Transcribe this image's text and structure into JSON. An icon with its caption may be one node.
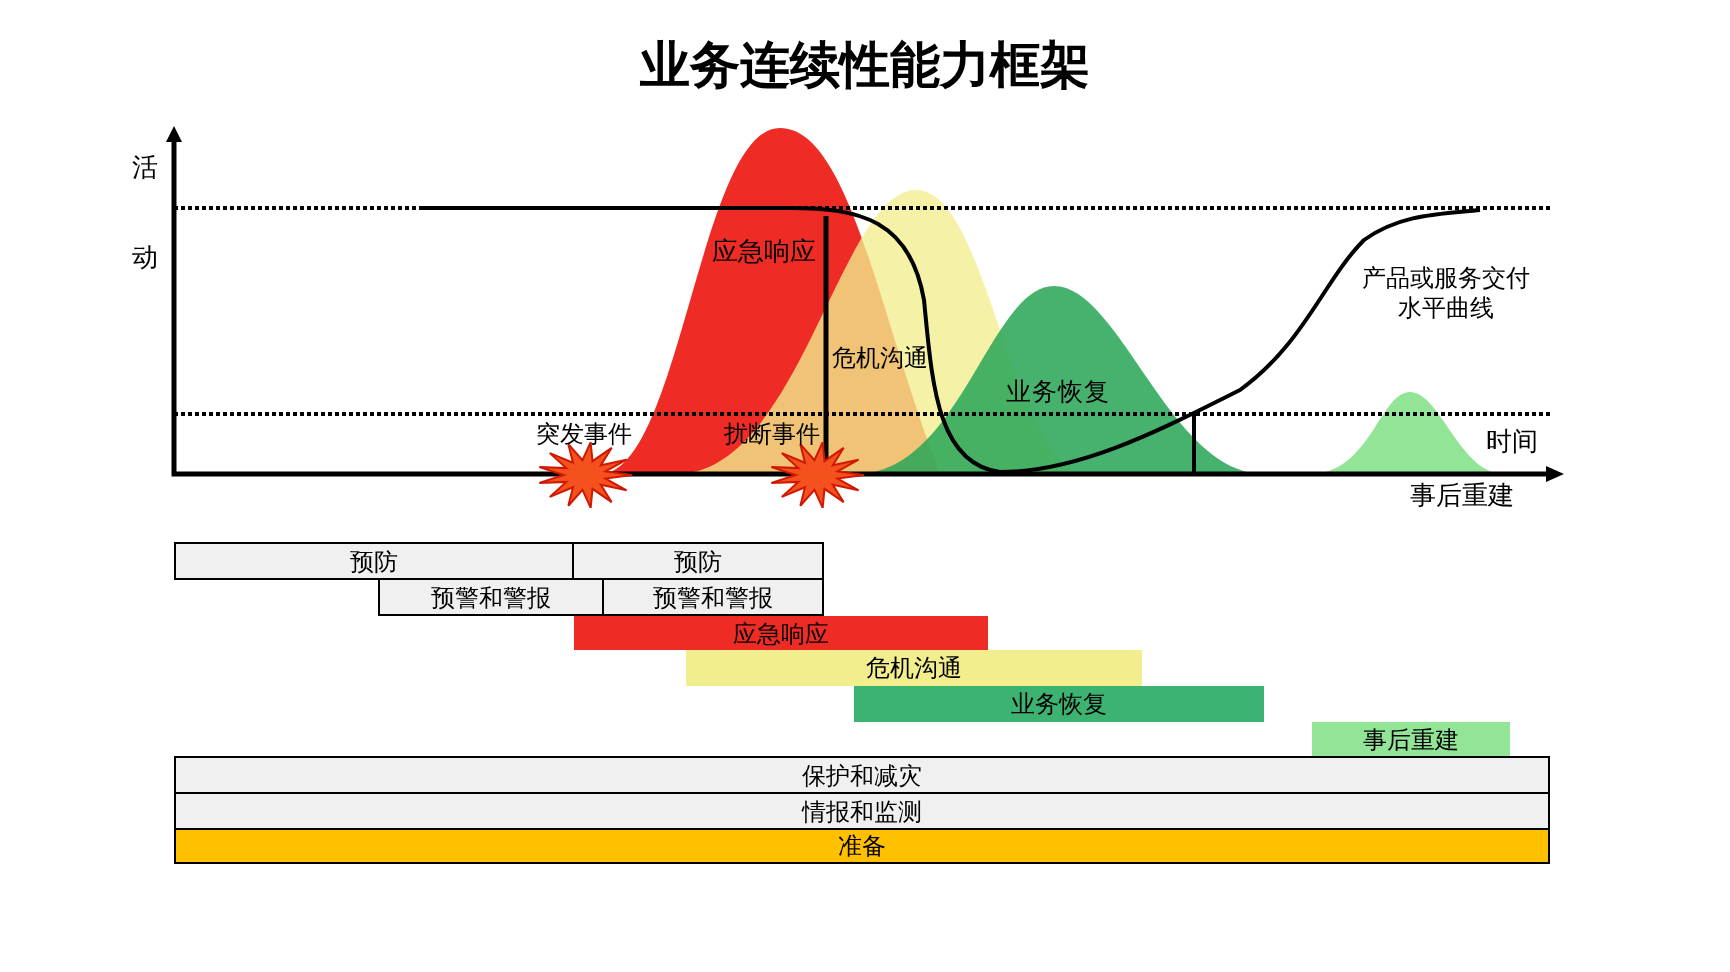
{
  "diagram": {
    "title": "业务连续性能力框架",
    "nodes": [
      {
        "text": [
          "预防"
        ]
      },
      {
        "text": [
          "预防"
        ]
      },
      {
        "text": [
          "预警和警报"
        ]
      },
      {
        "text": [
          "预警和警报"
        ]
      },
      {
        "text": [
          "应急响应"
        ]
      },
      {
        "text": [
          "危机沟通"
        ]
      },
      {
        "text": [
          "业务恢复"
        ]
      },
      {
        "text": [
          "事后重建"
        ]
      },
      {
        "text": [
          "保护和减灾"
        ]
      },
      {
        "text": [
          "情报和监测"
        ]
      },
      {
        "text": [
          "准备"
        ]
      }
    ],
    "labels": [
      "活",
      "动",
      "应急响应",
      "危机沟通",
      "产品或服务交付水平曲线",
      "业务恢复",
      "突发事件",
      "扰断事件",
      "时间",
      "事后重建"
    ]
  }
}
